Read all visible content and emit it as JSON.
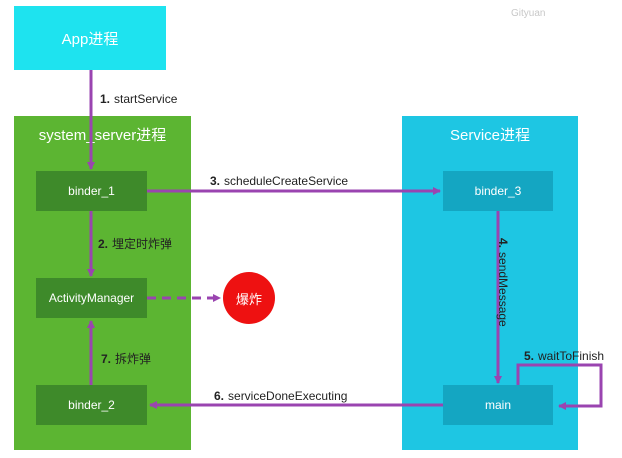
{
  "watermark": "Gityuan",
  "colors": {
    "app_box": "#1ee3ef",
    "system_server_box": "#5cb532",
    "system_server_node": "#3e8a2a",
    "service_box": "#1ec6e3",
    "service_node": "#14a6c2",
    "arrow": "#9a44b0",
    "explode": "#ee1111"
  },
  "processes": {
    "app": {
      "title": "App进程"
    },
    "system_server": {
      "title": "system_server进程"
    },
    "service": {
      "title": "Service进程"
    }
  },
  "nodes": {
    "binder_1": "binder_1",
    "activity_manager": "ActivityManager",
    "binder_2": "binder_2",
    "binder_3": "binder_3",
    "main": "main",
    "explode": "爆炸"
  },
  "steps": [
    {
      "num": "1.",
      "text": "startService"
    },
    {
      "num": "2.",
      "text": "埋定时炸弹"
    },
    {
      "num": "3.",
      "text": "scheduleCreateService"
    },
    {
      "num": "4.",
      "text": "sendMessage"
    },
    {
      "num": "5.",
      "text": "waitToFinish"
    },
    {
      "num": "6.",
      "text": "serviceDoneExecuting"
    },
    {
      "num": "7.",
      "text": "拆炸弹"
    }
  ]
}
